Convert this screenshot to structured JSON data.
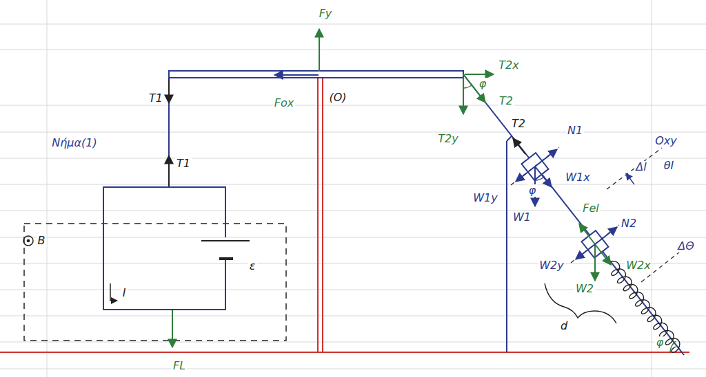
{
  "diagram": {
    "labels": [
      "Fy",
      "T2x",
      "(O)",
      "φ",
      "T2",
      "T1",
      "Fox",
      "Νήμα(1)",
      "T1",
      "T2y",
      "T2",
      "N1",
      "W1x",
      "W1y",
      "W1",
      "φ",
      "Fel",
      "N2",
      "W2x",
      "W2y",
      "W2",
      "d",
      "Oxy",
      "Δl",
      "θI",
      "ΔΘ",
      "B",
      "ε",
      "I",
      "FL",
      "φ"
    ]
  }
}
